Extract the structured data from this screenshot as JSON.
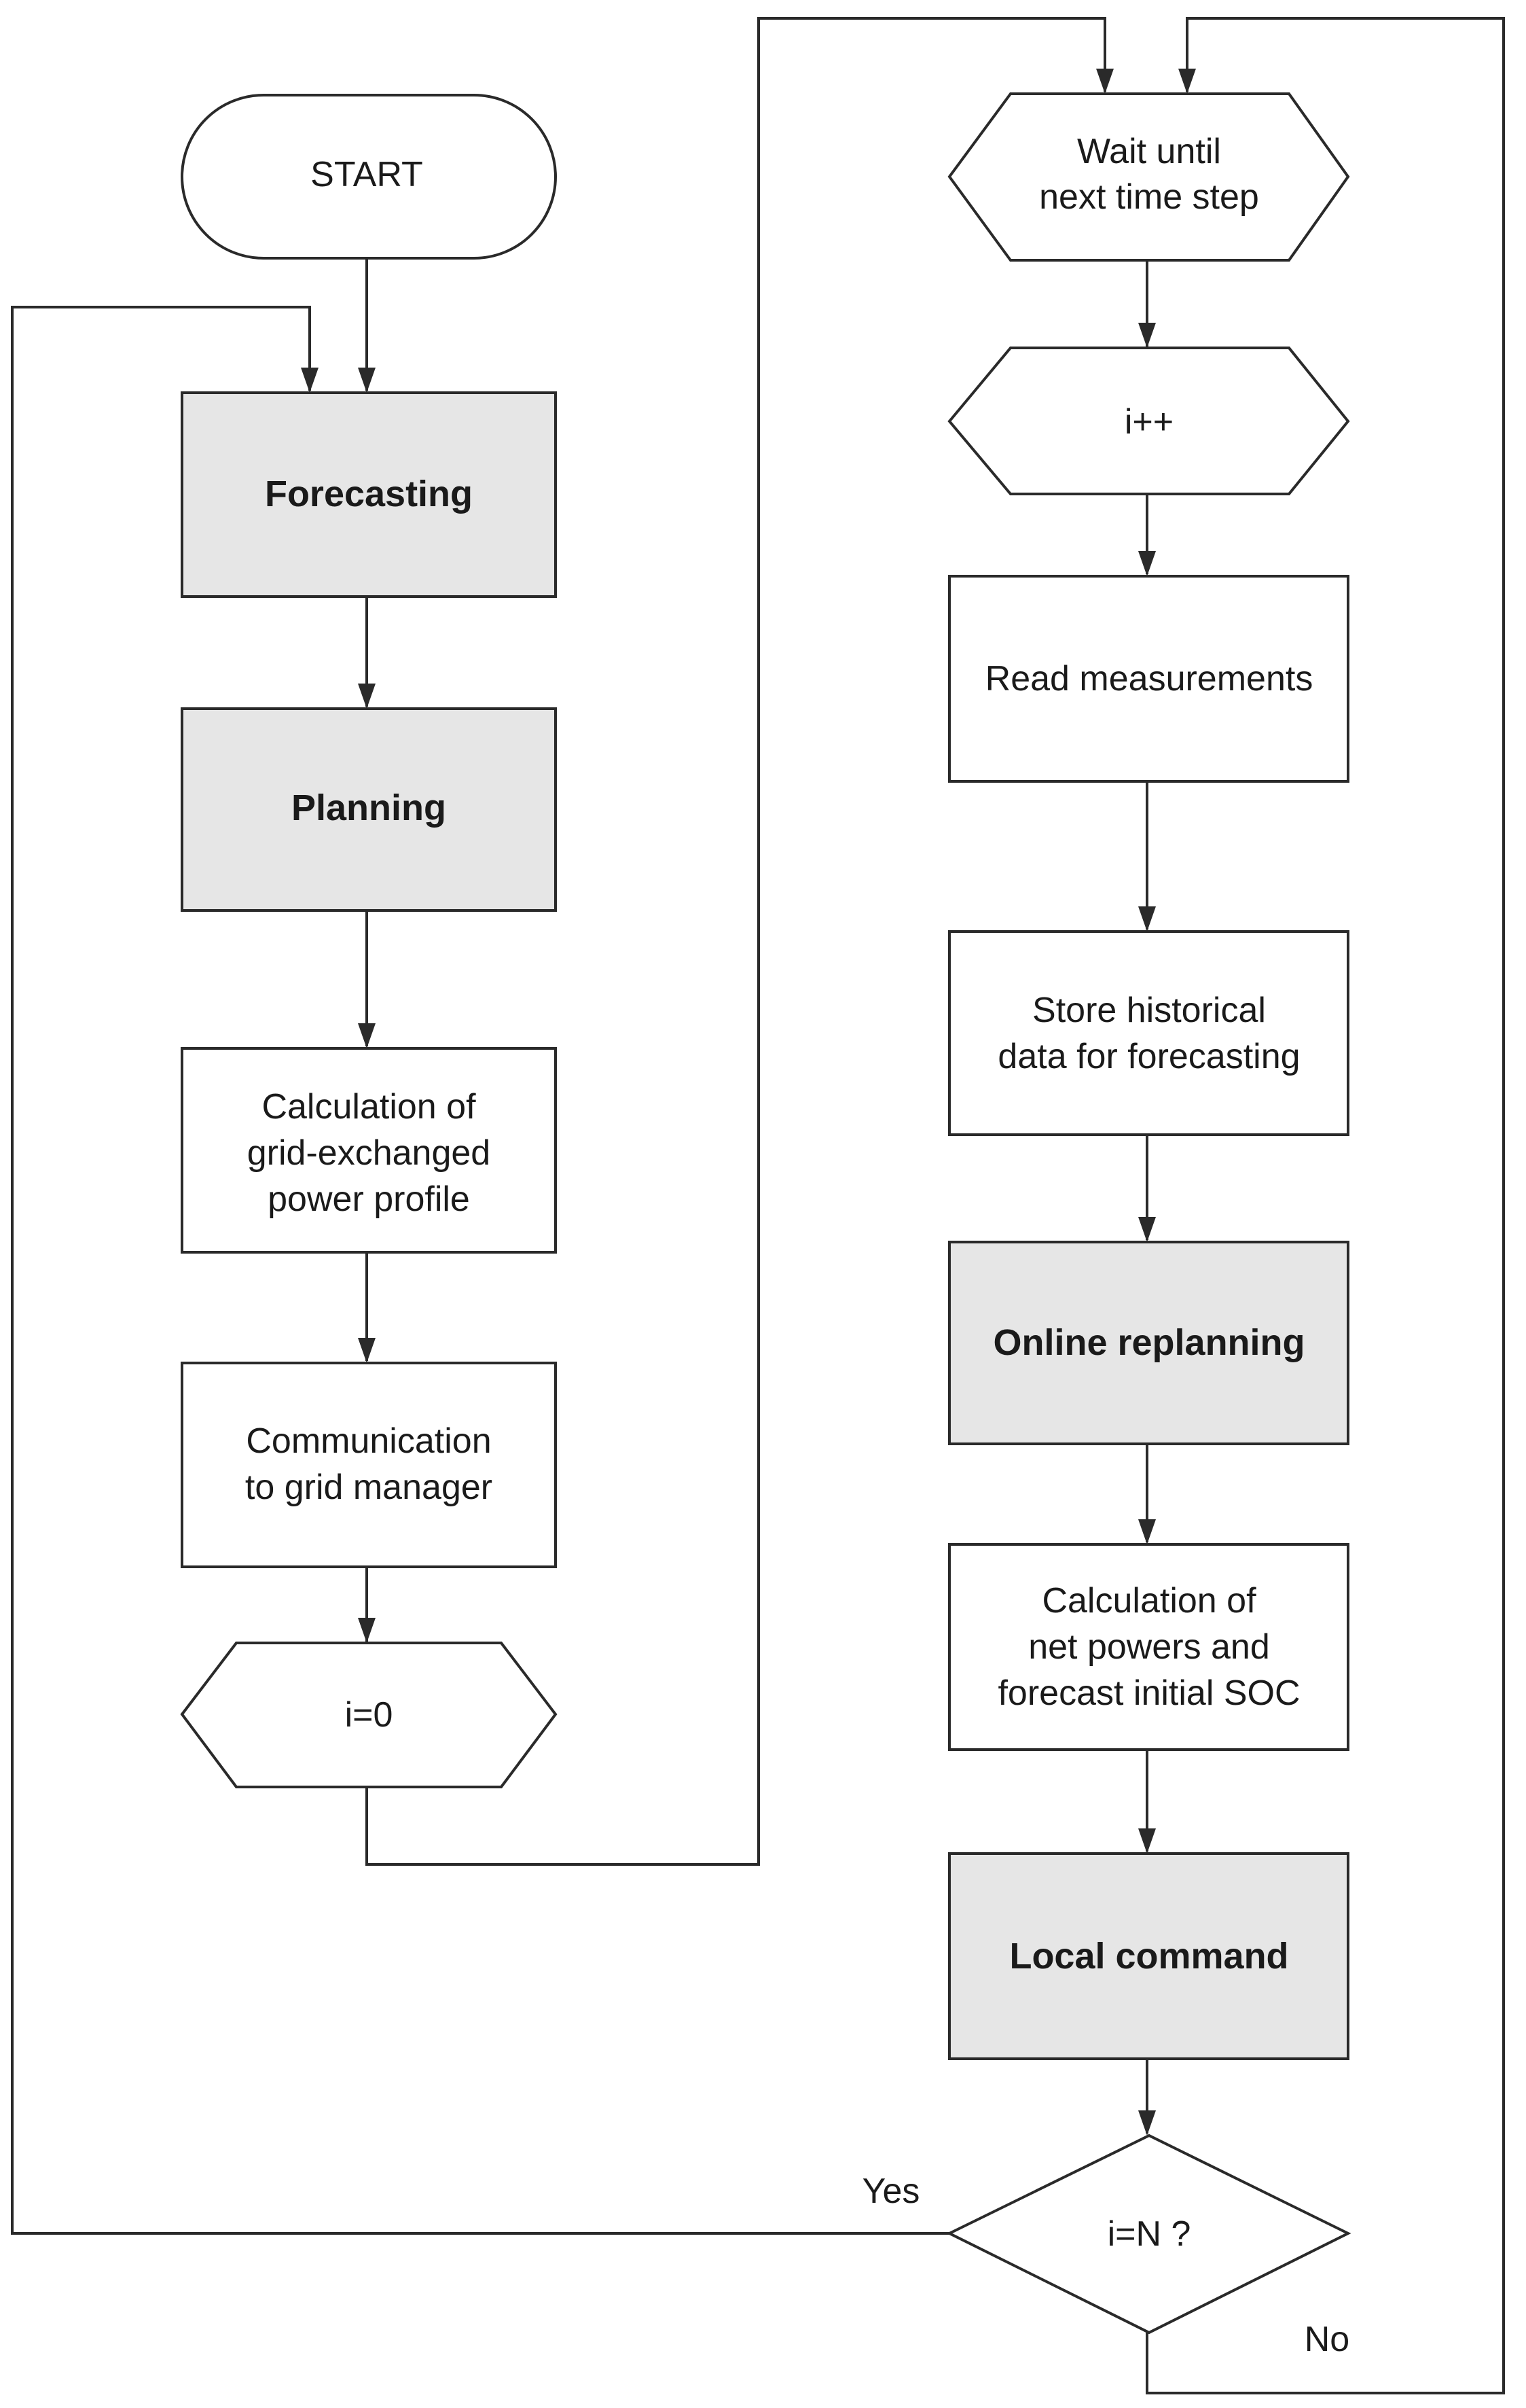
{
  "nodes": {
    "start": {
      "label": "START"
    },
    "forecasting": {
      "label": "Forecasting"
    },
    "planning": {
      "label": "Planning"
    },
    "calc_grid": {
      "lines": [
        "Calculation of",
        "grid-exchanged",
        "power profile"
      ]
    },
    "communication": {
      "lines": [
        "Communication",
        "to grid manager"
      ]
    },
    "i_zero": {
      "label": "i=0"
    },
    "wait": {
      "lines": [
        "Wait until",
        "next time step"
      ]
    },
    "i_inc": {
      "label": "i++"
    },
    "read": {
      "label": "Read measurements"
    },
    "store": {
      "lines": [
        "Store historical",
        "data for forecasting"
      ]
    },
    "online": {
      "label": "Online replanning"
    },
    "calc_net": {
      "lines": [
        "Calculation of",
        "net powers and",
        "forecast initial SOC"
      ]
    },
    "local": {
      "label": "Local command"
    },
    "decision": {
      "label": "i=N ?"
    }
  },
  "edges": {
    "yes_label": "Yes",
    "no_label": "No"
  },
  "colors": {
    "highlight_fill": "#e6e6e6",
    "stroke": "#2a2a2a"
  }
}
